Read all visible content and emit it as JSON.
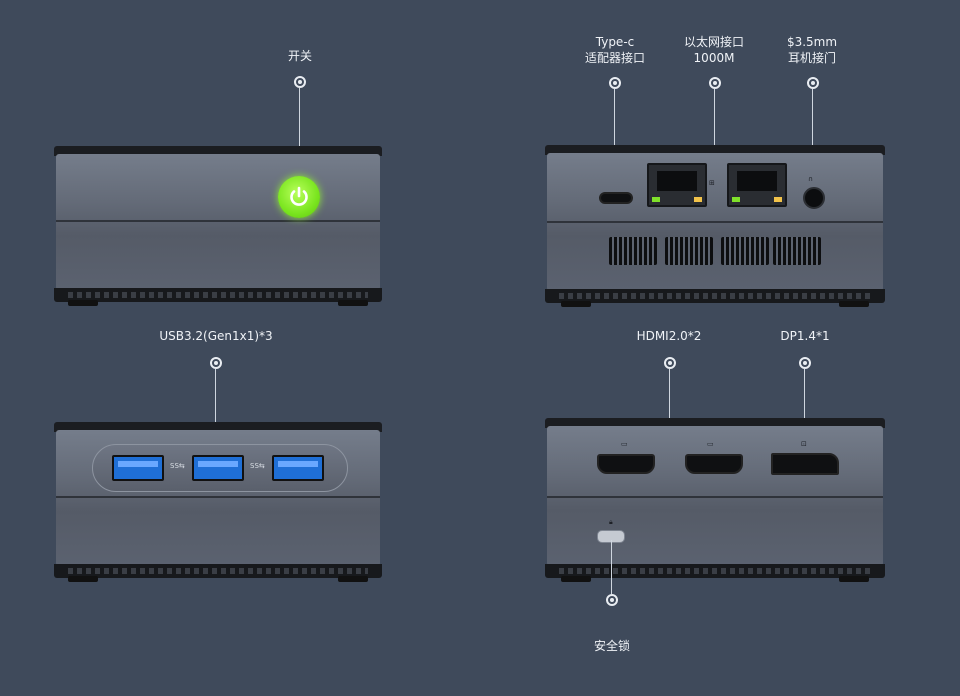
{
  "labels": {
    "power": "开关",
    "typec_line1": "Type-c",
    "typec_line2": "适配器接口",
    "lan_line1": "以太网接口",
    "lan_line2": "1000M",
    "audio_line1": "$3.5mm",
    "audio_line2": "耳机接门",
    "usb": "USB3.2(Gen1x1)*3",
    "hdmi": "HDMI2.0*2",
    "dp": "DP1.4*1",
    "lock": "安全锁"
  },
  "colors": {
    "background": "#3f4a5b",
    "power_button": "#7ae51f",
    "usb_port": "#1f6fd6"
  },
  "icons": [
    "power-icon",
    "ethernet-icon",
    "headphone-icon",
    "lock-icon",
    "usb-icon",
    "hdmi-icon",
    "displayport-icon"
  ]
}
